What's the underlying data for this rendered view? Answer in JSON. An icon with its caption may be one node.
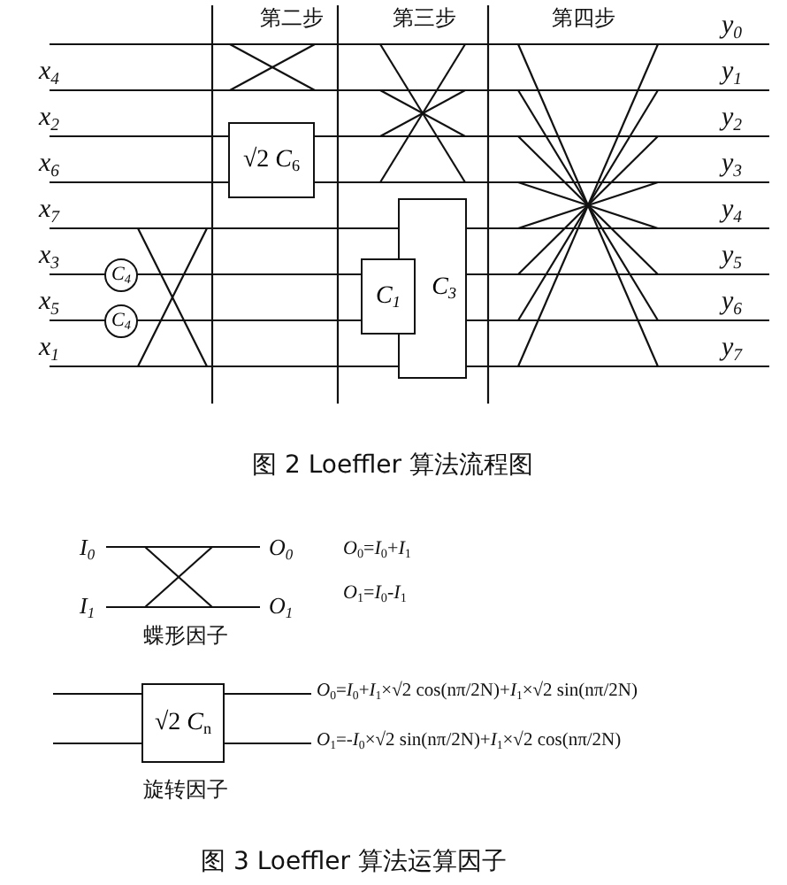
{
  "diagram": {
    "title": "图 2 Loeffler 算法流程图",
    "caption": "图 3 Loeffler 算法运算因子",
    "nodes": [
      {
        "text": [
          "C$_{4}$"
        ]
      },
      {
        "text": [
          "C$_{4}$"
        ]
      },
      {
        "text": [
          "√2 *C*$_{6}$"
        ]
      },
      {
        "text": [
          "C$_{3}$"
        ]
      },
      {
        "text": [
          "C$_{1}$"
        ]
      },
      {
        "text": [
          "√2 *C*$_{n}$"
        ],
        "beside": [
          "旋转因子"
        ]
      }
    ],
    "labels": [
      "第二步",
      "第三步",
      "第四步",
      "x$_{4}$",
      "x$_{2}$",
      "x$_{6}$",
      "x$_{7}$",
      "x$_{3}$",
      "x$_{5}$",
      "x$_{1}$",
      "y$_{0}$",
      "y$_{1}$",
      "y$_{2}$",
      "y$_{3}$",
      "y$_{4}$",
      "y$_{5}$",
      "y$_{6}$",
      "y$_{7}$",
      "I$_{0}$",
      "O$_{0}$",
      "*O*$_{0}$=*I*$_{0}$+*I*$_{1}$",
      "I$_{1}$",
      "O$_{1}$",
      "*O*$_{1}$=*I*$_{0}$-*I*$_{1}$",
      "蝶形因子",
      "*O*$_{0}$=*I*$_{0}$+*I*$_{1}$×√2 cos(nπ/2N)+*I*$_{1}$×√2 sin(nπ/2N)",
      "*O*$_{1}$=-*I*$_{0}$×√2 sin(nπ/2N)+*I*$_{1}$×√2 cos(nπ/2N)"
    ]
  }
}
